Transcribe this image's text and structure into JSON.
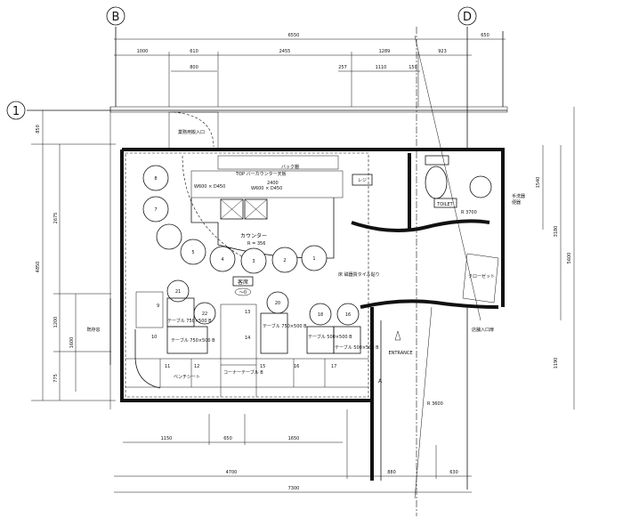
{
  "grid": {
    "b": "B",
    "d": "D",
    "one": "1"
  },
  "dims_top": {
    "total": "6550",
    "right_ext": "650",
    "d1": "1000",
    "d2": "610",
    "d3": "2455",
    "d4": "1289",
    "d5": "923",
    "door": "800",
    "s1": "257",
    "s2": "1110",
    "s3": "150"
  },
  "dims_left": {
    "top": "850",
    "total": "4850",
    "upper": "2675",
    "window": "1200",
    "lower": "775",
    "opening": "1600"
  },
  "dims_bottom": {
    "b1": "1150",
    "b2": "650",
    "b3": "1650",
    "c1": "4700",
    "c2": "880",
    "c3": "630",
    "total": "7300",
    "radius": "R 3600"
  },
  "dims_right": {
    "d1": "1540",
    "d2": "3180",
    "d3": "5600",
    "d4": "1190"
  },
  "labels": {
    "service_entrance": "業務用搬入口",
    "counter": "カウンター",
    "counter_r": "R = 356",
    "kitchen_size1": "W600 × D450",
    "kitchen_size2": "W600 × D450",
    "counter_top": "TOP バーカウンター天板",
    "back_bar": "バック棚",
    "length_2400": "2400",
    "cashier": "レジ",
    "dining": "客席",
    "dining_sub": "〜0",
    "table_b1": "テーブル 750×500 B",
    "table_b2": "テーブル 750×500 B",
    "table_b3": "テーブル 750×500 B",
    "table_b4": "テーブル 500×500 B",
    "table_b5": "テーブル 500×500 B",
    "corner_table": "コーナーテーブル B",
    "bench": "ベンチシート",
    "toilet": "TOILET",
    "closet": "クローゼット",
    "entrance": "ENTRANCE",
    "window": "既存窓",
    "a_mark": "A",
    "toilet_note1": "手洗器",
    "toilet_note2": "便器",
    "r_3700": "R 3700",
    "door_note": "店舗入口扉",
    "floor_note": "床 磁器質タイル貼り"
  },
  "seats_top": [
    "8",
    "7",
    "",
    "5",
    "4",
    "3",
    "2",
    "1"
  ],
  "seats_bottom": [
    "21",
    "22",
    "20",
    "18",
    "16"
  ],
  "table_nums": [
    "9",
    "10",
    "11",
    "12",
    "13",
    "14",
    "15",
    "16",
    "17"
  ]
}
